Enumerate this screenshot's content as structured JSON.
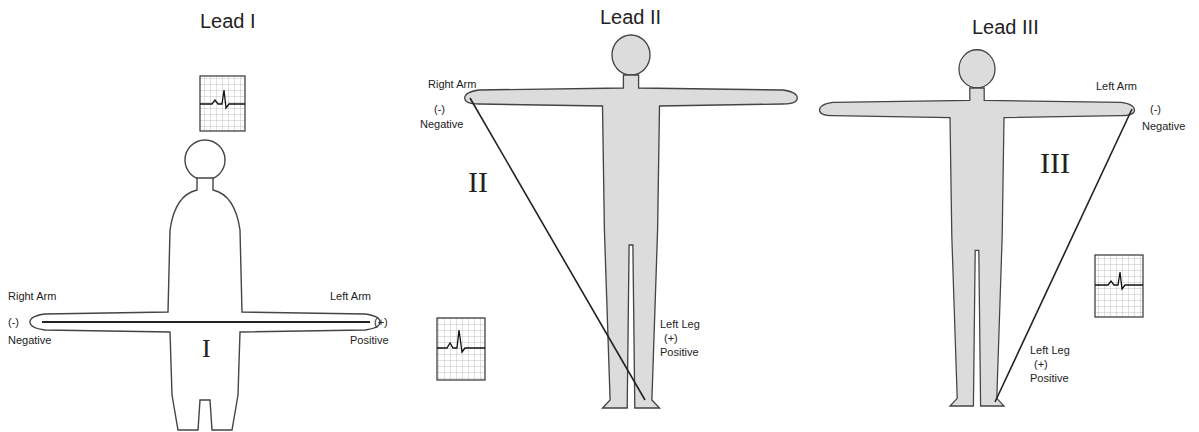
{
  "diagram": {
    "labels": [
      "Lead I",
      "Right Arm",
      "(-)",
      "Negative",
      "Left Arm",
      "(+)",
      "Positive",
      "I",
      "Lead II",
      "Right Arm",
      "(-)",
      "Negative",
      "II",
      "Left Leg",
      "(+)",
      "Positive",
      "Lead III",
      "Left Arm",
      "(-)",
      "Negative",
      "III",
      "Left Leg",
      "(+)",
      "Positive"
    ]
  }
}
